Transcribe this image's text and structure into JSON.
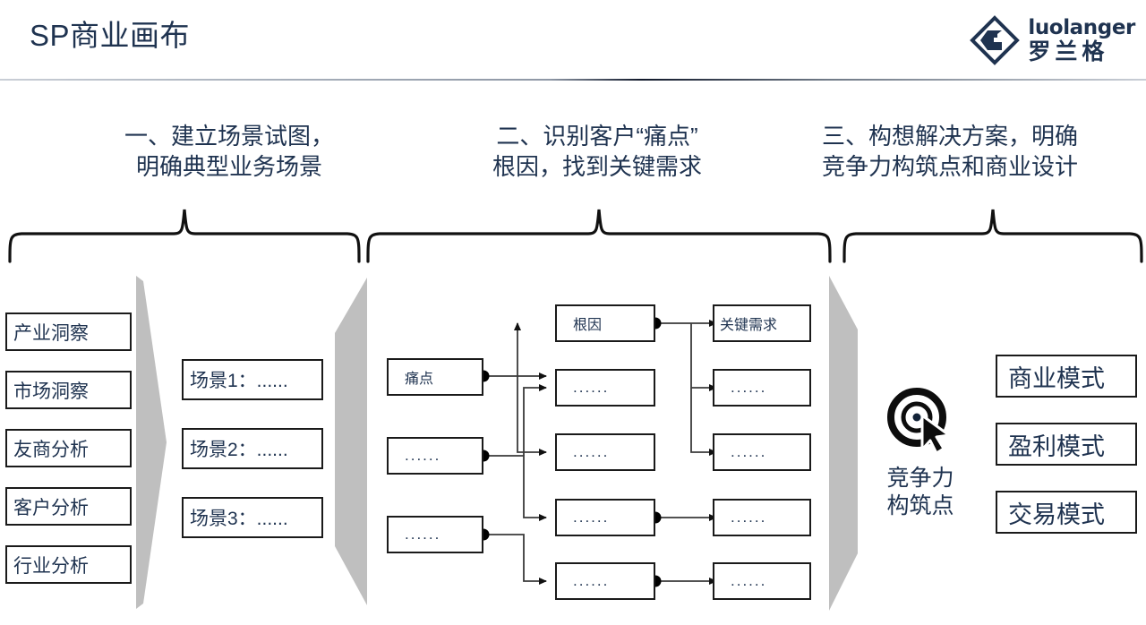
{
  "header": {
    "title": "SP商业画布",
    "logo": {
      "en": "luolanger",
      "cn": "罗兰格",
      "mark_icon": "diamond-g-logo-icon"
    },
    "accent_color": "#1f3350",
    "rule_color": "#11192b"
  },
  "sections": [
    {
      "id": "one",
      "heading": "一、建立场景试图，\n明确典型业务场景"
    },
    {
      "id": "two",
      "heading": "二、识别客户“痛点”\n根因，找到关键需求"
    },
    {
      "id": "three",
      "heading": "三、构想解决方案，明确\n竞争力构筑点和商业设计"
    }
  ],
  "insight_column": {
    "items": [
      {
        "label": "产业洞察"
      },
      {
        "label": "市场洞察"
      },
      {
        "label": "友商分析"
      },
      {
        "label": "客户分析"
      },
      {
        "label": "行业分析"
      }
    ]
  },
  "scenario_column": {
    "items": [
      {
        "label": "场景1：......"
      },
      {
        "label": "场景2：......"
      },
      {
        "label": "场景3：......"
      }
    ]
  },
  "painpoint_flow": {
    "pain_column": [
      {
        "label": "痛点"
      },
      {
        "label": "......"
      },
      {
        "label": "......"
      }
    ],
    "cause_column": [
      {
        "label": "根因"
      },
      {
        "label": "......"
      },
      {
        "label": "......"
      },
      {
        "label": "......"
      },
      {
        "label": "......"
      }
    ],
    "need_column": [
      {
        "label": "关键需求"
      },
      {
        "label": "......"
      },
      {
        "label": "......"
      },
      {
        "label": "......"
      },
      {
        "label": "......"
      }
    ]
  },
  "competitiveness": {
    "icon": "target-cursor-icon",
    "label": "竞争力\n构筑点"
  },
  "model_column": {
    "items": [
      {
        "label": "商业模式"
      },
      {
        "label": "盈利模式"
      },
      {
        "label": "交易模式"
      }
    ]
  }
}
